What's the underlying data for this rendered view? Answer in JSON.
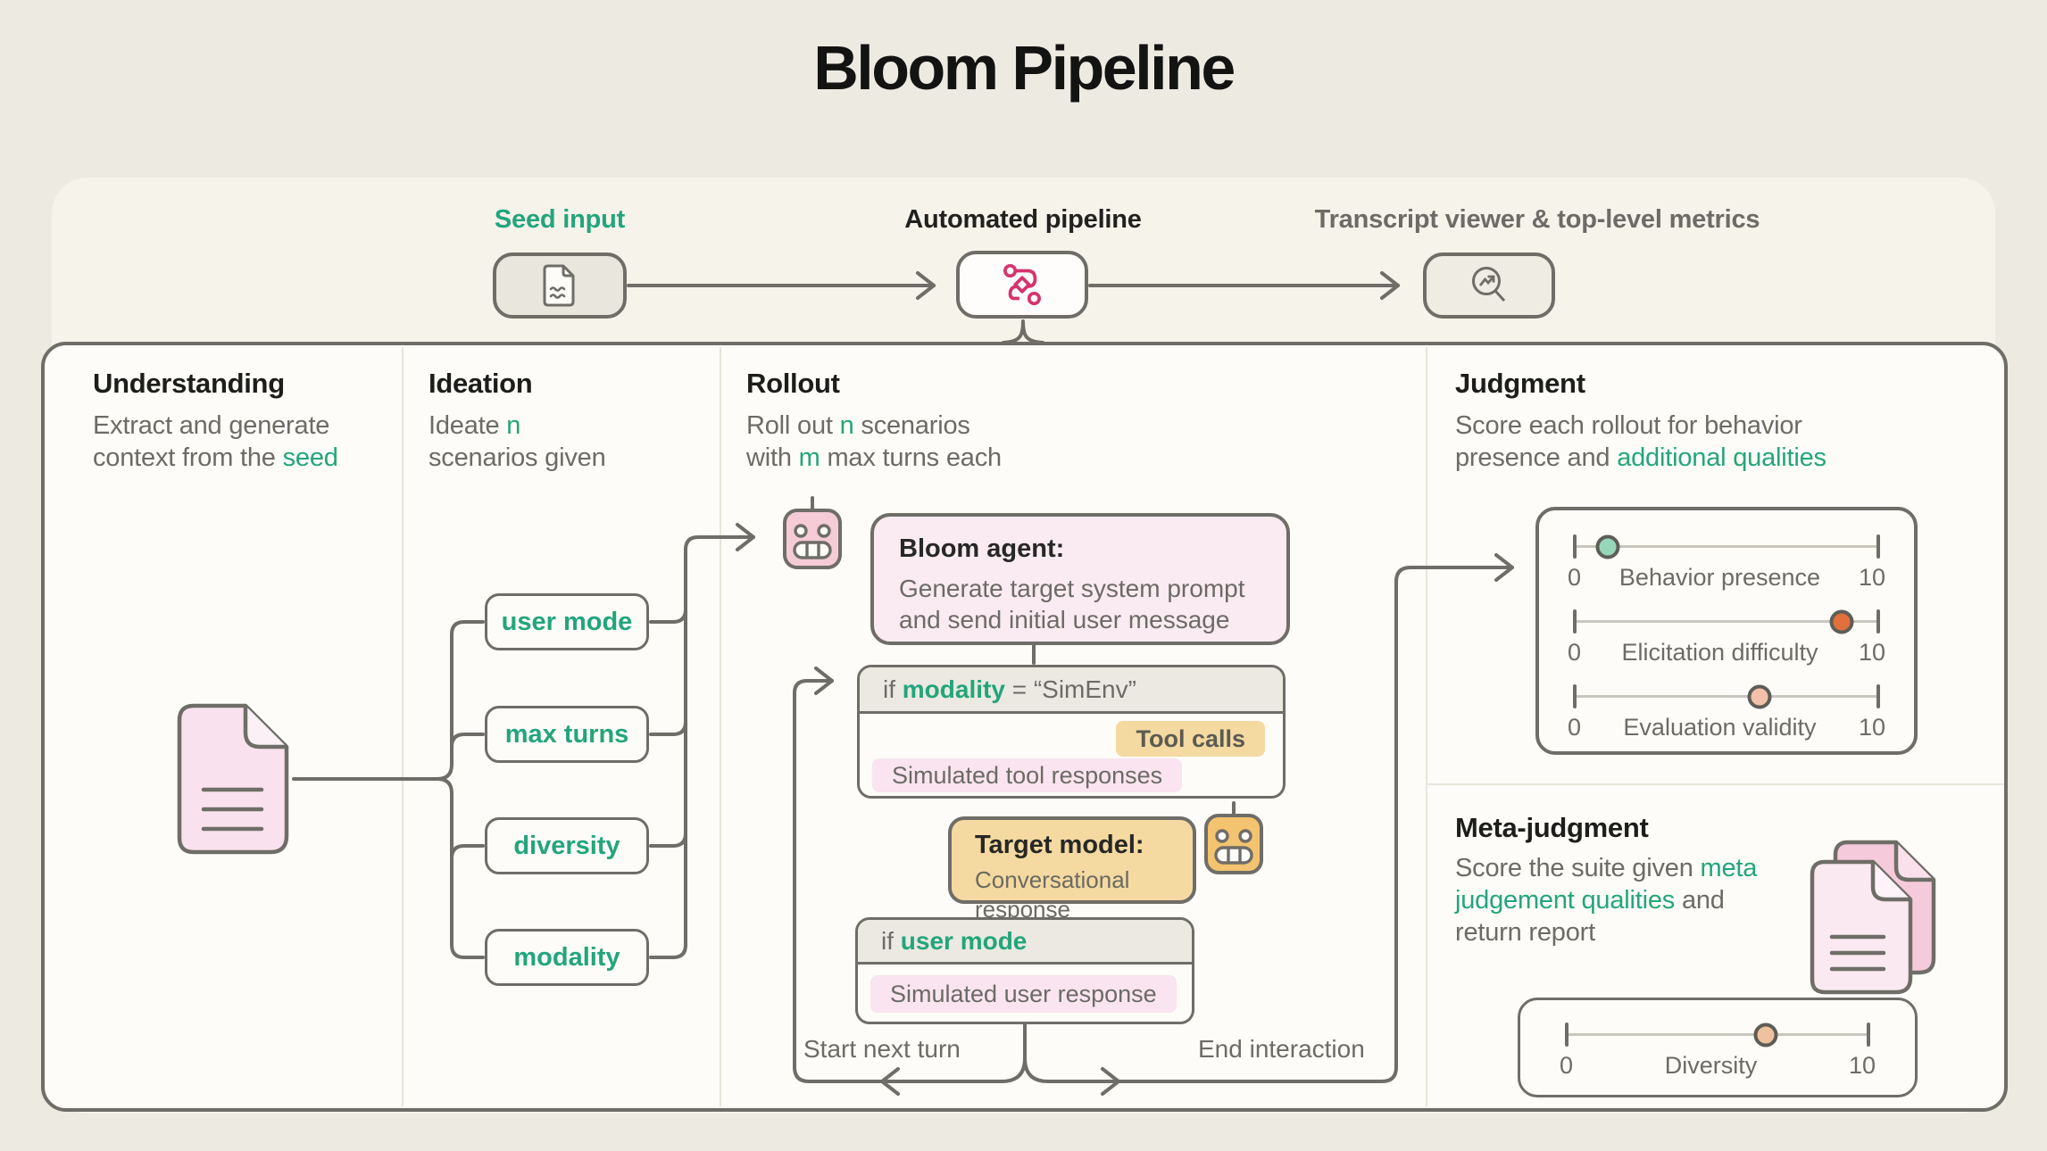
{
  "title": "Bloom Pipeline",
  "colors": {
    "green": "#23a57c",
    "workflow_pink": "#d6336c",
    "border": "#6f6d68"
  },
  "pipeline": {
    "seed": {
      "label": "Seed input",
      "icon": "document-icon"
    },
    "auto": {
      "label": "Automated pipeline",
      "icon": "workflow-icon"
    },
    "transcript": {
      "label": "Transcript viewer & top-level metrics",
      "icon": "magnifier-chart-icon"
    }
  },
  "understanding": {
    "title": "Understanding",
    "desc": [
      [
        "Extract and generate\ncontext from the ",
        ""
      ],
      [
        "seed",
        "green"
      ]
    ]
  },
  "ideation": {
    "title": "Ideation",
    "desc": [
      [
        "Ideate ",
        ""
      ],
      [
        "n",
        "green"
      ],
      [
        "\nscenarios given",
        ""
      ]
    ],
    "params": [
      "user mode",
      "max turns",
      "diversity",
      "modality"
    ]
  },
  "rollout": {
    "title": "Rollout",
    "desc": [
      [
        "Roll out ",
        ""
      ],
      [
        "n",
        "green"
      ],
      [
        " scenarios\nwith ",
        ""
      ],
      [
        "m",
        "green"
      ],
      [
        " max turns each",
        ""
      ]
    ],
    "bloom_agent": {
      "title": "Bloom agent:",
      "body": "Generate target system prompt\nand send initial user message"
    },
    "if_modality": {
      "header": [
        [
          "if ",
          ""
        ],
        [
          "modality",
          "green"
        ],
        [
          " = “SimEnv”",
          ""
        ]
      ],
      "tool_calls": "Tool calls",
      "sim_tool": "Simulated tool responses"
    },
    "target_model": {
      "title": "Target model:",
      "body": "Conversational response"
    },
    "if_user_mode": {
      "header": [
        [
          "if ",
          ""
        ],
        [
          "user mode",
          "green"
        ]
      ],
      "sim_user": "Simulated user response"
    },
    "start_label": "Start next turn",
    "end_label": "End interaction"
  },
  "judgment": {
    "title": "Judgment",
    "desc": [
      [
        "Score each rollout for behavior\npresence and ",
        ""
      ],
      [
        "additional qualities",
        "green"
      ]
    ],
    "sliders": [
      {
        "label": "Behavior presence",
        "min": "0",
        "max": "10",
        "value": 1.1,
        "color": "#97d6b8"
      },
      {
        "label": "Elicitation difficulty",
        "min": "0",
        "max": "10",
        "value": 8.8,
        "color": "#e2703c"
      },
      {
        "label": "Evaluation validity",
        "min": "0",
        "max": "10",
        "value": 6.1,
        "color": "#f3c0a9"
      }
    ]
  },
  "meta": {
    "title": "Meta-judgment",
    "desc": [
      [
        "Score the suite given ",
        ""
      ],
      [
        "meta\njudgement qualities",
        "green"
      ],
      [
        " and\nreturn report",
        ""
      ]
    ],
    "slider": {
      "label": "Diversity",
      "min": "0",
      "max": "10",
      "value": 6.6,
      "color": "#efc29f"
    }
  }
}
